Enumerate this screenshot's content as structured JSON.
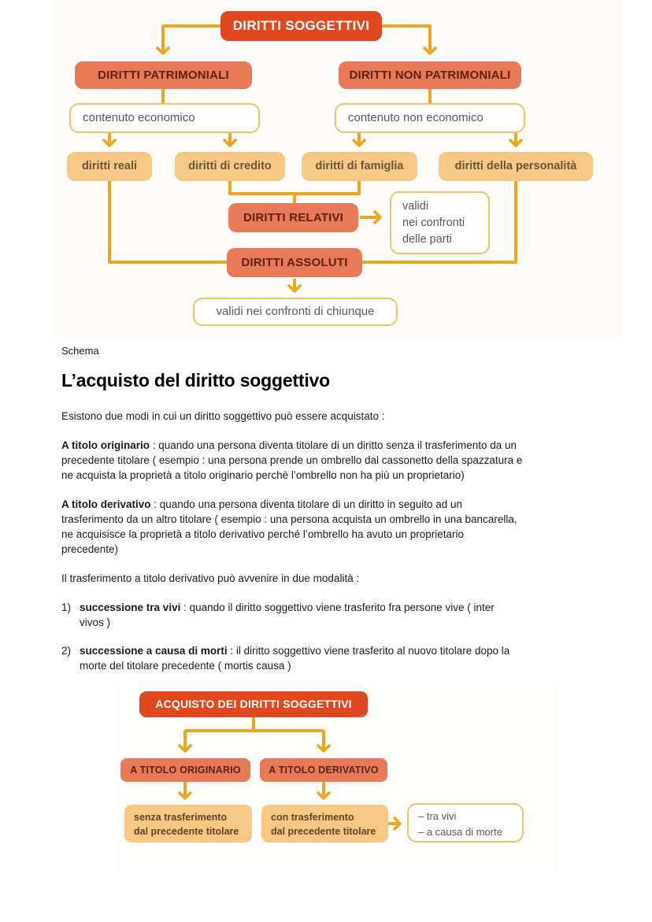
{
  "colors": {
    "accent_red": "#e0491f",
    "salmon": "#e87a58",
    "tan": "#f7c883",
    "connector_orange": "#efa41d",
    "outline_gold": "#edc26a"
  },
  "diagram1": {
    "root": "DIRITTI SOGGETTIVI",
    "patrimoniali": "DIRITTI PATRIMONIALI",
    "non_patrimoniali": "DIRITTI NON PATRIMONIALI",
    "economico": "contenuto economico",
    "non_economico": "contenuto non economico",
    "reali": "diritti reali",
    "credito": "diritti di credito",
    "famiglia": "diritti di famiglia",
    "personalita": "diritti della personalità",
    "relativi": "DIRITTI RELATIVI",
    "relativi_note": "validi\nnei confronti\ndelle parti",
    "assoluti": "DIRITTI ASSOLUTI",
    "assoluti_note": "validi nei confronti di chiunque"
  },
  "caption": "Schema",
  "article": {
    "title": "L’acquisto del diritto soggettivo",
    "intro": "Esistono due modi in cui un diritto soggettivo può essere acquistato :",
    "originario": {
      "label": "A titolo originario",
      "text": " : quando una persona diventa titolare di un diritto senza il trasferimento da un\nprecedente titolare ( esempio : una persona prende un ombrello dal cassonetto della spazzatura e\nne acquista la proprietà a titolo originario perchè l’ombrello non ha più un proprietario)"
    },
    "derivativo": {
      "label": "A titolo derivativo",
      "text": " : quando una persona diventa titolare di un diritto in seguito ad un\ntrasferimento da un altro titolare ( esempio : una persona acquista un ombrello in una bancarella,\nne acquisisce la proprietà a titolo derivativo perché l’ombrello ha avuto un proprietario\nprecedente)"
    },
    "modalita": "Il trasferimento a titolo derivativo può avvenire in due modalità :",
    "list": [
      {
        "num": "1)",
        "label": "successione tra vivi",
        "text": " : quando il diritto soggettivo viene trasferito fra persone vive ( inter\nvivos )"
      },
      {
        "num": "2)",
        "label": "successione a causa di morti",
        "text": " : il diritto soggettivo viene trasferito al nuovo titolare dopo la\nmorte del titolare precedente ( mortis causa )"
      }
    ]
  },
  "diagram2": {
    "root": "ACQUISTO DEI DIRITTI SOGGETTIVI",
    "originario": "A TITOLO ORIGINARIO",
    "derivativo": "A TITOLO DERIVATIVO",
    "originario_note": "senza trasferimento\ndal precedente titolare",
    "derivativo_note": "con trasferimento\ndal precedente titolare",
    "modes_note": "–  tra vivi\n–  a causa di morte"
  }
}
